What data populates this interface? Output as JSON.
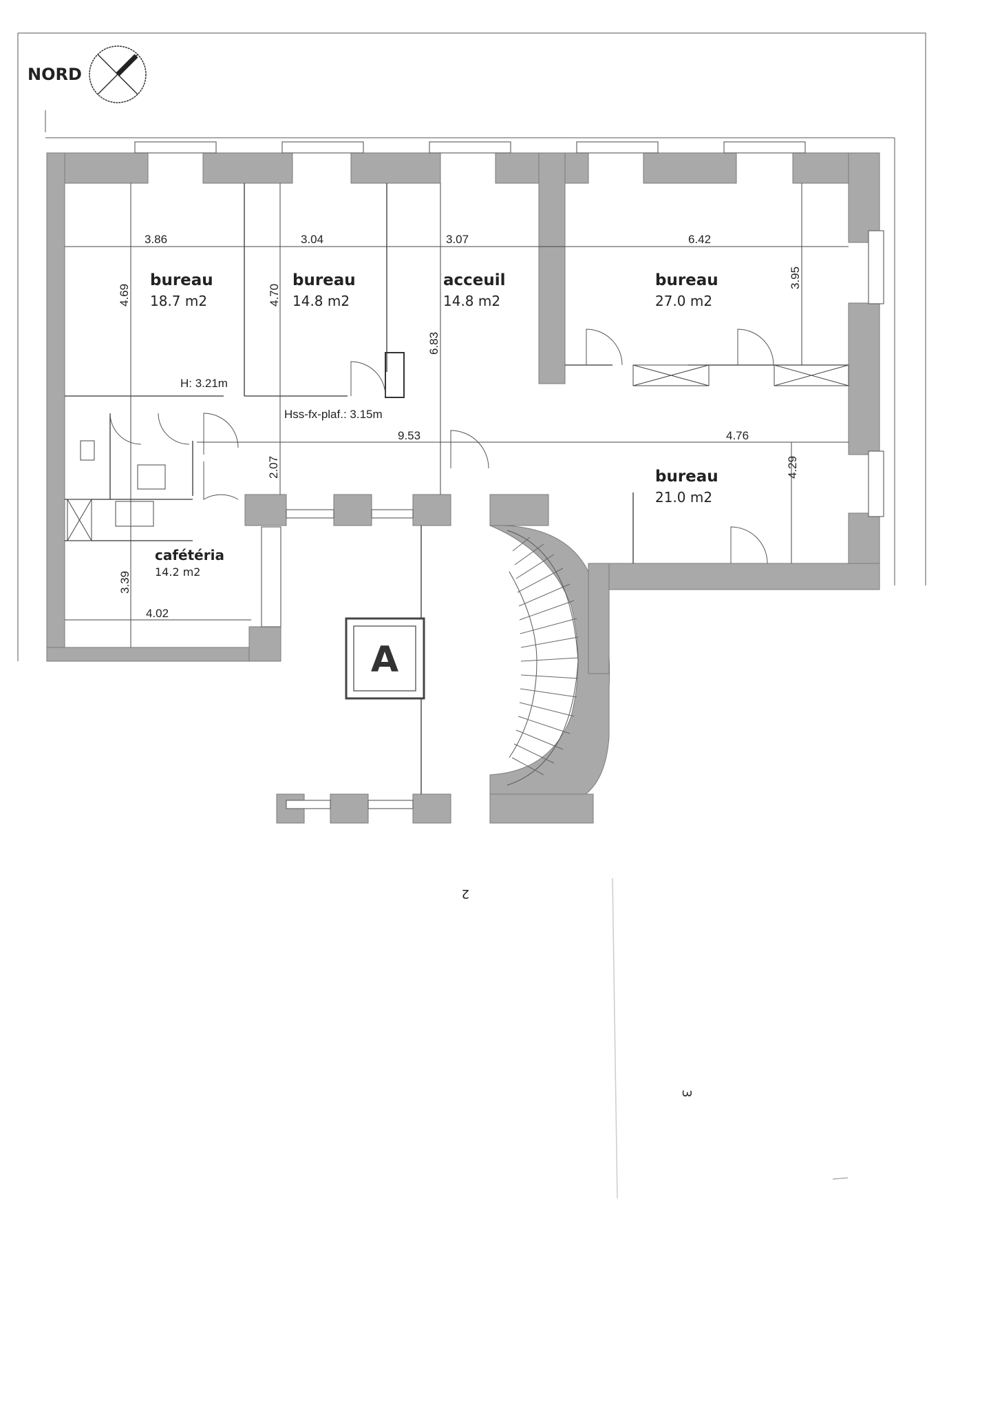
{
  "compass": {
    "label": "NORD"
  },
  "rooms": [
    {
      "name": "bureau",
      "area": "18.7 m2"
    },
    {
      "name": "bureau",
      "area": "14.8 m2"
    },
    {
      "name": "acceuil",
      "area": "14.8 m2"
    },
    {
      "name": "bureau",
      "area": "27.0 m2"
    },
    {
      "name": "bureau",
      "area": "21.0 m2"
    },
    {
      "name": "cafétéria",
      "area": "14.2 m2"
    }
  ],
  "dimensions": {
    "w1": "3.86",
    "w2": "3.04",
    "w3": "3.07",
    "w4": "6.42",
    "h1": "4.69",
    "h2": "4.70",
    "h3": "6.83",
    "h4": "3.95",
    "corridor_w1": "9.53",
    "corridor_w2": "4.76",
    "corridor_h": "2.07",
    "h5": "4.29",
    "cafe_h": "3.39",
    "cafe_w": "4.02"
  },
  "heights": {
    "ceiling": "H: 3.21m",
    "false_ceiling": "Hss-fx-plaf.: 3.15m"
  },
  "elevator": {
    "label": "A"
  },
  "page_marks": {
    "mark_2": "2",
    "mark_3": "3"
  }
}
